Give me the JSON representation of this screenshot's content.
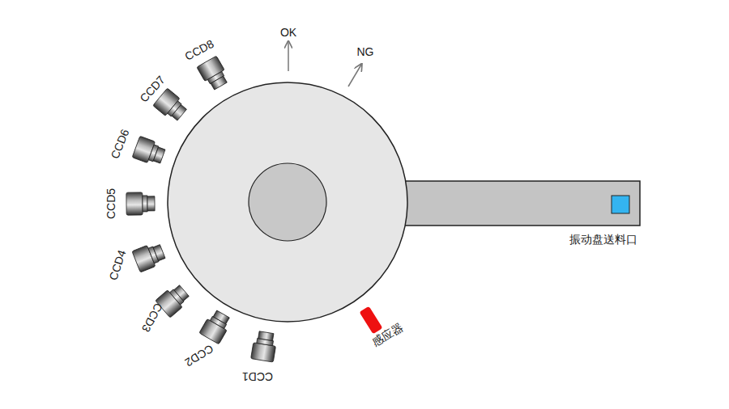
{
  "diagram": {
    "labels": [
      "OK",
      "NG",
      "CCD8",
      "CCD7",
      "CCD6",
      "CCD5",
      "CCD4",
      "CCD3",
      "CCD2",
      "CCD1",
      "感应器",
      "振动盘送料口"
    ]
  }
}
